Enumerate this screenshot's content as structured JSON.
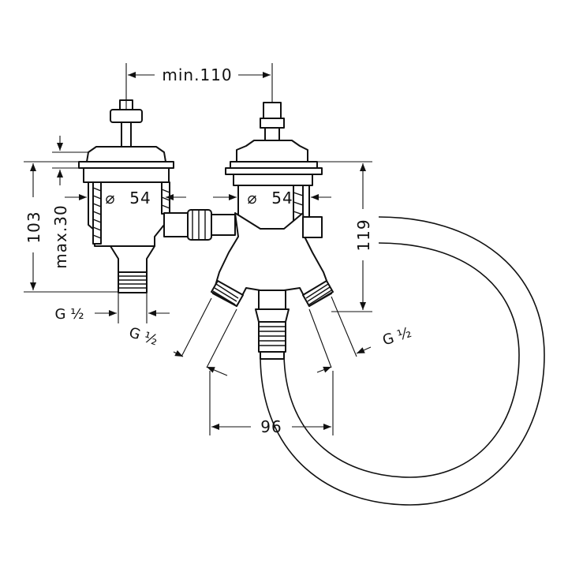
{
  "dimensions": {
    "min_spacing": "min.110",
    "diameter_left": "54",
    "diameter_right": "54",
    "height_total": "103",
    "max_depth": "max.30",
    "height_right": "119",
    "spacing_outlets": "96",
    "thread_left": "G ½",
    "thread_outlet_left": "G ½",
    "thread_outlet_right": "G ½"
  },
  "symbols": {
    "diameter": "⌀"
  }
}
